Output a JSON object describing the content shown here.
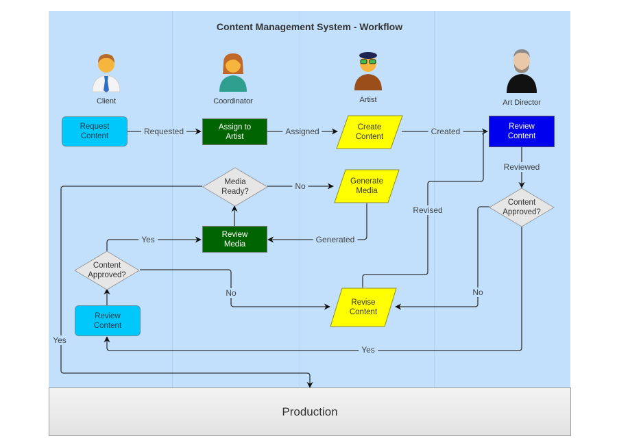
{
  "title": "Content Management System - Workflow",
  "lanes": [
    {
      "actor": "Client",
      "icon": "client-avatar-icon"
    },
    {
      "actor": "Coordinator",
      "icon": "coordinator-avatar-icon"
    },
    {
      "actor": "Artist",
      "icon": "artist-avatar-icon"
    },
    {
      "actor": "Art Director",
      "icon": "art-director-avatar-icon"
    }
  ],
  "nodes": {
    "request_content": {
      "label_1": "Request",
      "label_2": "Content",
      "shape": "rounded-rect",
      "color": "#00c8fa"
    },
    "assign_to_artist": {
      "label_1": "Assign to",
      "label_2": "Artist",
      "shape": "rect",
      "color": "#006400"
    },
    "create_content": {
      "label_1": "Create",
      "label_2": "Content",
      "shape": "parallelogram",
      "color": "#ffff00"
    },
    "review_content_director": {
      "label_1": "Review",
      "label_2": "Content",
      "shape": "rect",
      "color": "#0000ee"
    },
    "content_approved_director": {
      "label_1": "Content",
      "label_2": "Approved?",
      "shape": "diamond",
      "color": "#e6e6e6"
    },
    "media_ready": {
      "label_1": "Media",
      "label_2": "Ready?",
      "shape": "diamond",
      "color": "#e6e6e6"
    },
    "generate_media": {
      "label_1": "Generate",
      "label_2": "Media",
      "shape": "parallelogram",
      "color": "#ffff00"
    },
    "review_media": {
      "label_1": "Review",
      "label_2": "Media",
      "shape": "rect",
      "color": "#006400"
    },
    "content_approved_client": {
      "label_1": "Content",
      "label_2": "Approved?",
      "shape": "diamond",
      "color": "#e6e6e6"
    },
    "review_content_client": {
      "label_1": "Review",
      "label_2": "Content",
      "shape": "rounded-rect",
      "color": "#00c8fa"
    },
    "revise_content": {
      "label_1": "Revise",
      "label_2": "Content",
      "shape": "parallelogram",
      "color": "#ffff00"
    },
    "production": {
      "label": "Production"
    }
  },
  "edges": [
    {
      "from": "request_content",
      "to": "assign_to_artist",
      "label": "Requested"
    },
    {
      "from": "assign_to_artist",
      "to": "create_content",
      "label": "Assigned"
    },
    {
      "from": "create_content",
      "to": "review_content_director",
      "label": "Created"
    },
    {
      "from": "review_content_director",
      "to": "content_approved_director",
      "label": "Reviewed"
    },
    {
      "from": "content_approved_director",
      "to": "revise_content",
      "label": "No"
    },
    {
      "from": "content_approved_director",
      "to": "review_content_client",
      "label": "Yes"
    },
    {
      "from": "revise_content",
      "to": "review_content_director",
      "label": "Revised"
    },
    {
      "from": "content_approved_client",
      "to": "revise_content",
      "label": "No"
    },
    {
      "from": "content_approved_client",
      "to": "review_media",
      "label": "Yes"
    },
    {
      "from": "review_content_client",
      "to": "content_approved_client",
      "label": ""
    },
    {
      "from": "review_media",
      "to": "media_ready",
      "label": ""
    },
    {
      "from": "media_ready",
      "to": "generate_media",
      "label": "No"
    },
    {
      "from": "generate_media",
      "to": "review_media",
      "label": "Generated"
    },
    {
      "from": "media_ready",
      "to": "production",
      "label": "Yes"
    }
  ]
}
